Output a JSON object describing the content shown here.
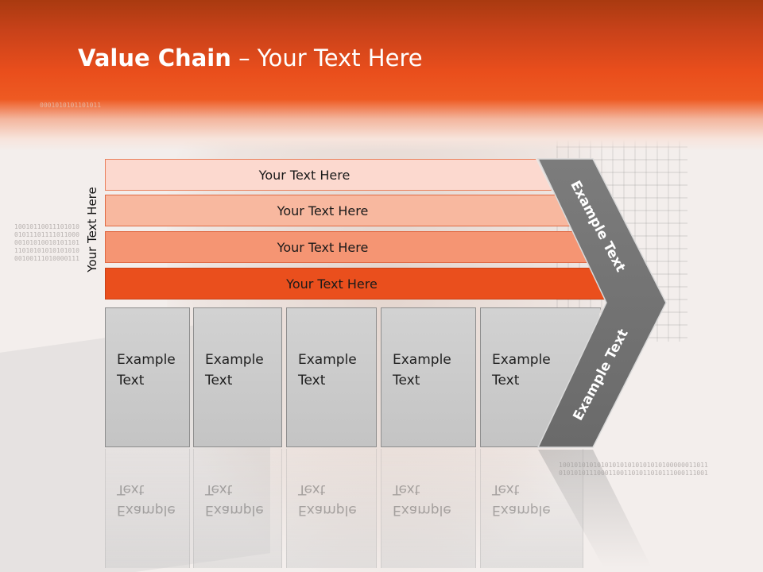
{
  "title": {
    "bold": "Value Chain",
    "rest": " – Your Text Here"
  },
  "side_label": "Your Text Here",
  "bars": [
    {
      "label": "Your Text Here"
    },
    {
      "label": "Your Text Here"
    },
    {
      "label": "Your Text Here"
    },
    {
      "label": "Your Text Here"
    }
  ],
  "columns": [
    {
      "line1": "Example",
      "line2": "Text"
    },
    {
      "line1": "Example",
      "line2": "Text"
    },
    {
      "line1": "Example",
      "line2": "Text"
    },
    {
      "line1": "Example",
      "line2": "Text"
    },
    {
      "line1": "Example",
      "line2": "Text"
    }
  ],
  "chevron": {
    "upper": "Example Text",
    "lower": "Example Text"
  },
  "binary": {
    "top": "0001010101101011",
    "left": "10010110011101010\n01011101111011000\n00101010010101101\n11010101010101010\n00100111010000111",
    "right": "100101010101010101010101010100000011011\n010101011100011001101011010111000111001"
  },
  "colors": {
    "accent": "#ea4f1d",
    "header": "#c9421a",
    "gray": "#808080"
  }
}
